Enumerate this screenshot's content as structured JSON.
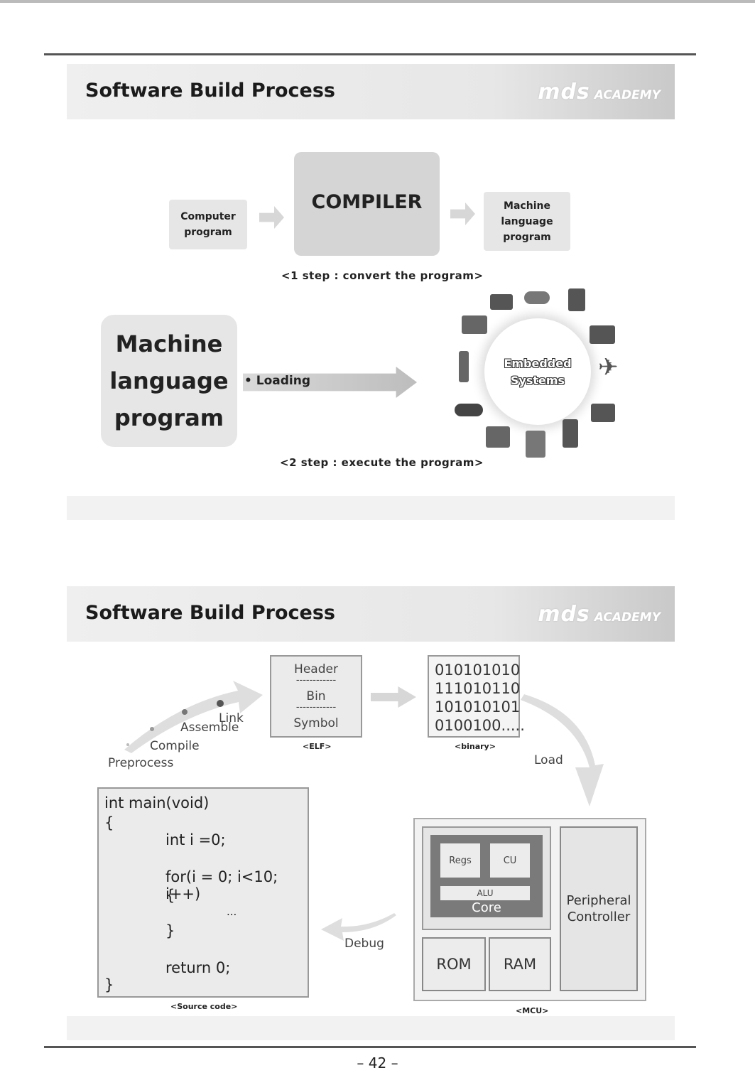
{
  "slide1": {
    "title": "Software Build Process",
    "logo_main": "mds",
    "logo_sub": "ACADEMY",
    "computer_program": "Computer program",
    "compiler": "COMPILER",
    "machine_language_program_small": "Machine language program",
    "step1_caption": "<1 step : convert the program>",
    "machine_language_program_big": [
      "Machine",
      "language",
      "program"
    ],
    "loading_label": "• Loading",
    "embedded_systems_line1": "Embedded",
    "embedded_systems_line2": "Systems",
    "step2_caption": "<2 step : execute the program>"
  },
  "slide2": {
    "title": "Software Build Process",
    "logo_main": "mds",
    "logo_sub": "ACADEMY",
    "steps": {
      "link": "Link",
      "assemble": "Assemble",
      "compile": "Compile",
      "preprocess": "Preprocess"
    },
    "elf": {
      "header": "Header",
      "bin": "Bin",
      "symbol": "Symbol",
      "divider": "------------",
      "caption": "<ELF>"
    },
    "binary": {
      "lines": [
        "010101010",
        "111010110",
        "101010101",
        "0100100....."
      ],
      "caption": "<binary>"
    },
    "load_label": "Load",
    "source_code": {
      "lines": [
        "int main(void)",
        "{",
        "int i =0;",
        "for(i = 0; i<10; i++)",
        "{",
        "...",
        "}",
        "return 0;",
        "}"
      ],
      "caption": "<Source code>"
    },
    "debug_label": "Debug",
    "mcu": {
      "regs": "Regs",
      "cu": "CU",
      "alu": "ALU",
      "core": "Core",
      "peripheral_line1": "Peripheral",
      "peripheral_line2": "Controller",
      "rom": "ROM",
      "ram": "RAM",
      "caption": "<MCU>"
    }
  },
  "page_number": "– 42 –"
}
